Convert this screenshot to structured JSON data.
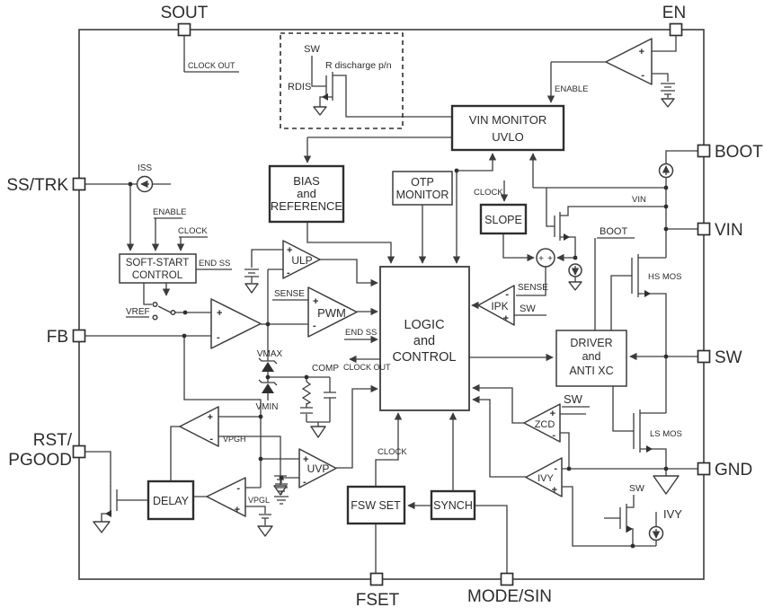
{
  "diagram": {
    "colors": {
      "ink": "#3c3c3c",
      "background": "#ffffff"
    },
    "pins": {
      "sout": "SOUT",
      "en": "EN",
      "ss_trk": "SS/TRK",
      "fb": "FB",
      "rst_line1": "RST/",
      "rst_line2": "PGOOD",
      "fset": "FSET",
      "mode_sin": "MODE/SIN",
      "boot": "BOOT",
      "vin": "VIN",
      "sw": "SW",
      "gnd": "GND"
    },
    "blocks": {
      "vin_monitor": {
        "line1": "VIN MONITOR",
        "line2": "UVLO"
      },
      "bias": {
        "line1": "BIAS",
        "line2": "and",
        "line3": "REFERENCE"
      },
      "otp": {
        "line1": "OTP",
        "line2": "MONITOR"
      },
      "slope": "SLOPE",
      "soft_start": {
        "line1": "SOFT-START",
        "line2": "CONTROL"
      },
      "logic": {
        "line1": "LOGIC",
        "line2": "and",
        "line3": "CONTROL"
      },
      "driver": {
        "line1": "DRIVER",
        "line2": "and",
        "line3": "ANTI XC"
      },
      "delay": "DELAY",
      "fsw_set": "FSW SET",
      "synch": "SYNCH"
    },
    "amps": {
      "ulp": "ULP",
      "pwm": "PWM",
      "ipk": "IPK",
      "uvp": "UVP",
      "zcd": "ZCD",
      "ivy": "IVY"
    },
    "labels": {
      "clock_out_top": "CLOCK OUT",
      "sw_rdis": "SW",
      "r_discharge": "R discharge p/n",
      "rdis": "RDIS",
      "enable_en": "ENABLE",
      "iss": "ISS",
      "enable_ss": "ENABLE",
      "clock_ss": "CLOCK",
      "end_ss_out": "END SS",
      "vref": "VREF",
      "sense_pwm": "SENSE",
      "end_ss_in": "END SS",
      "clock_out_logic": "CLOCK OUT",
      "vmax": "VMAX",
      "vmin": "VMIN",
      "comp": "COMP",
      "clock_slope": "CLOCK",
      "sense_ipk": "SENSE",
      "sw_ipk": "SW",
      "vin_rail": "VIN",
      "boot_driver": "BOOT",
      "hs_mos": "HS MOS",
      "ls_mos": "LS MOS",
      "sw_zcd": "SW",
      "vpgh": "VPGH",
      "vpgl": "VPGL",
      "clock_fsw": "CLOCK",
      "sw_lowmos": "SW",
      "ivy_source": "IVY"
    },
    "symbols": {
      "plus": "+",
      "minus": "-"
    }
  }
}
